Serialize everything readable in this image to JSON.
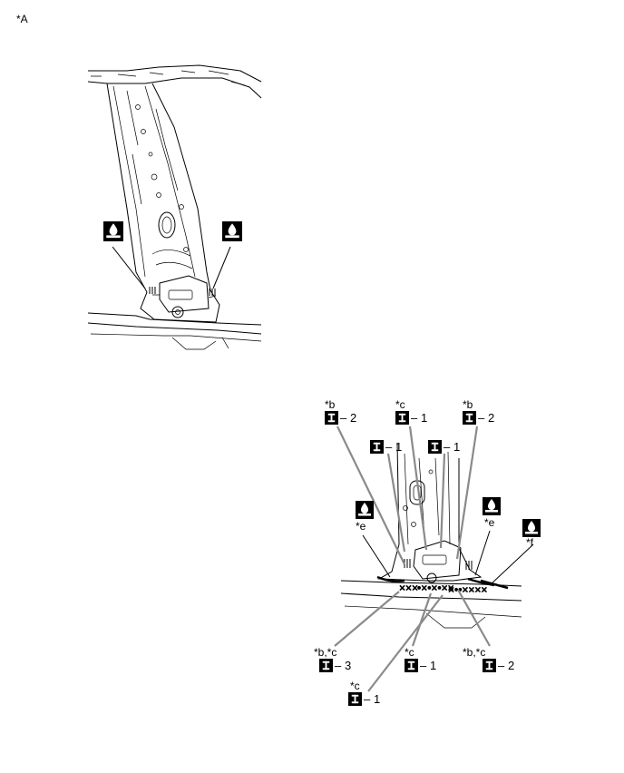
{
  "figure_tag": "*A",
  "top_view": {
    "callouts": [
      {
        "id": "sealer-left",
        "icon": "sealer-icon"
      },
      {
        "id": "sealer-right",
        "icon": "sealer-icon"
      }
    ]
  },
  "bottom_view": {
    "labels": [
      {
        "id": "tl",
        "ref": "*b",
        "num": "2"
      },
      {
        "id": "tc",
        "ref": "*c",
        "num": "1"
      },
      {
        "id": "tr",
        "ref": "*b",
        "num": "2"
      },
      {
        "id": "ml",
        "ref": "",
        "num": "1"
      },
      {
        "id": "mr",
        "ref": "",
        "num": "1"
      },
      {
        "id": "bl",
        "ref": "*b,*c",
        "num": "3"
      },
      {
        "id": "bc",
        "ref": "*c",
        "num": "1"
      },
      {
        "id": "br",
        "ref": "*b,*c",
        "num": "2"
      },
      {
        "id": "bb",
        "ref": "*c",
        "num": "1"
      }
    ],
    "sealers": [
      {
        "id": "e-left",
        "ref": "*e",
        "icon": "sealer-icon"
      },
      {
        "id": "e-right",
        "ref": "*e",
        "icon": "sealer-icon"
      },
      {
        "id": "f",
        "ref": "*f",
        "icon": "sealer-icon"
      }
    ],
    "dash": "–"
  },
  "colors": {
    "ink": "#000000",
    "leader": "#8a8a8a",
    "paper": "#ffffff"
  }
}
